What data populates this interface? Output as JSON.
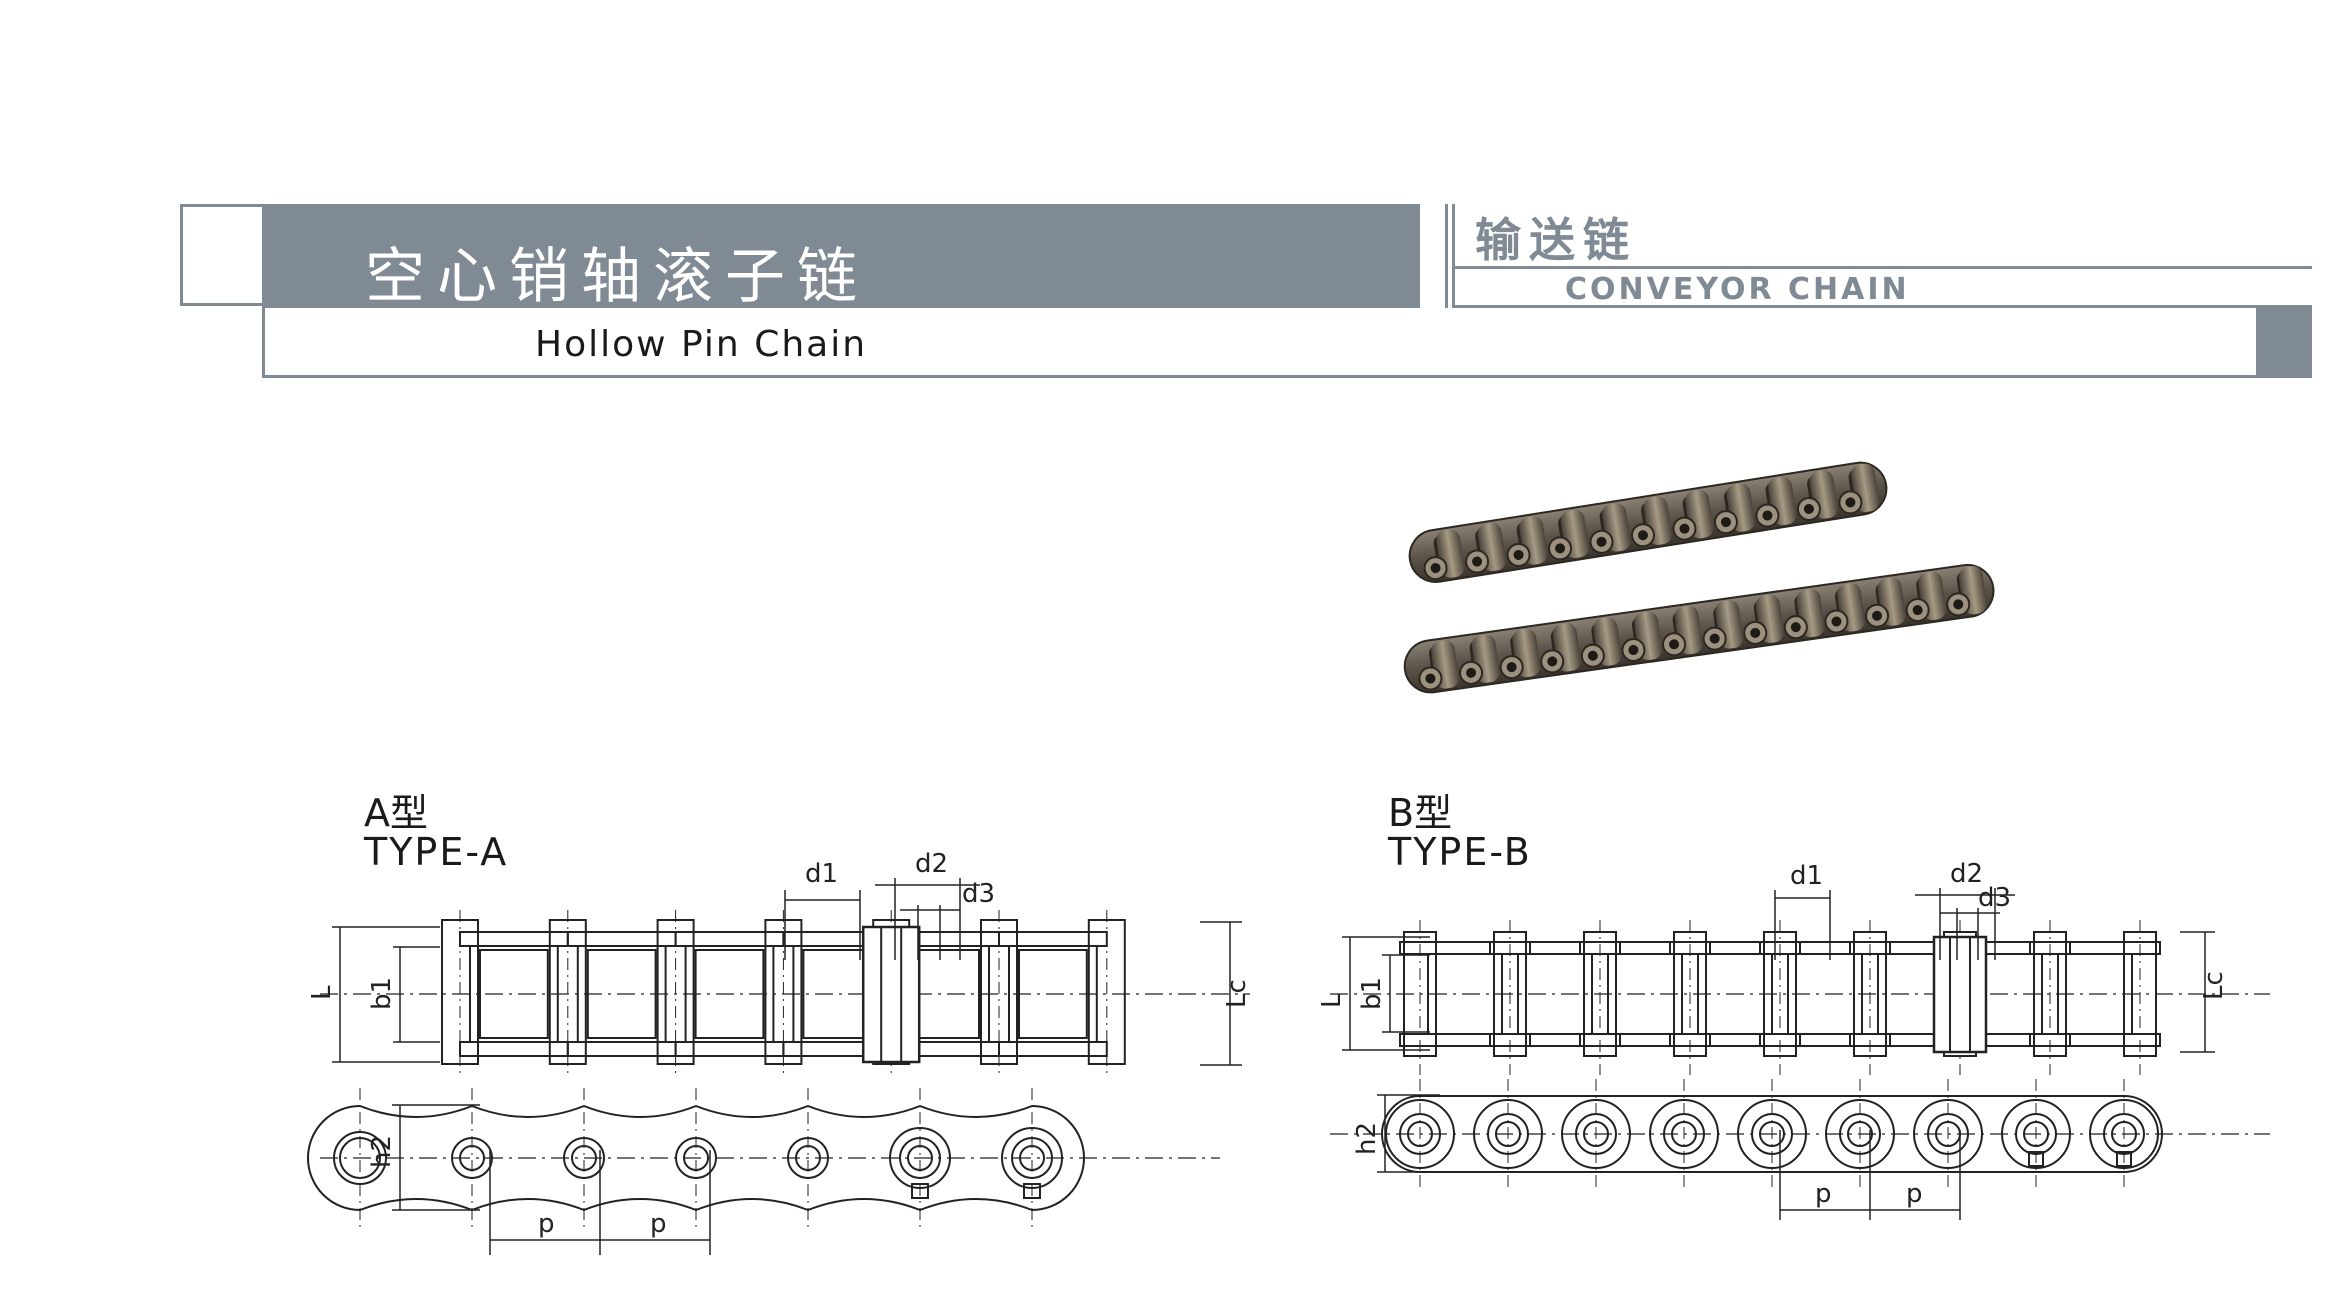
{
  "header": {
    "title_cn": "空心销轴滚子链",
    "title_en": "Hollow Pin Chain",
    "category_cn": "输送链",
    "category_en": "CONVEYOR CHAIN"
  },
  "type_a": {
    "label_cn": "A型",
    "label_en": "TYPE-A"
  },
  "type_b": {
    "label_cn": "B型",
    "label_en": "TYPE-B"
  },
  "dims": {
    "L": "L",
    "b1": "b1",
    "Lc": "Lc",
    "h2": "h2",
    "p": "p",
    "d1": "d1",
    "d2": "d2",
    "d3": "d3"
  },
  "colors": {
    "accent_gray": "#7f8a94",
    "line": "#222222",
    "chain_metal": "#6e6458"
  }
}
